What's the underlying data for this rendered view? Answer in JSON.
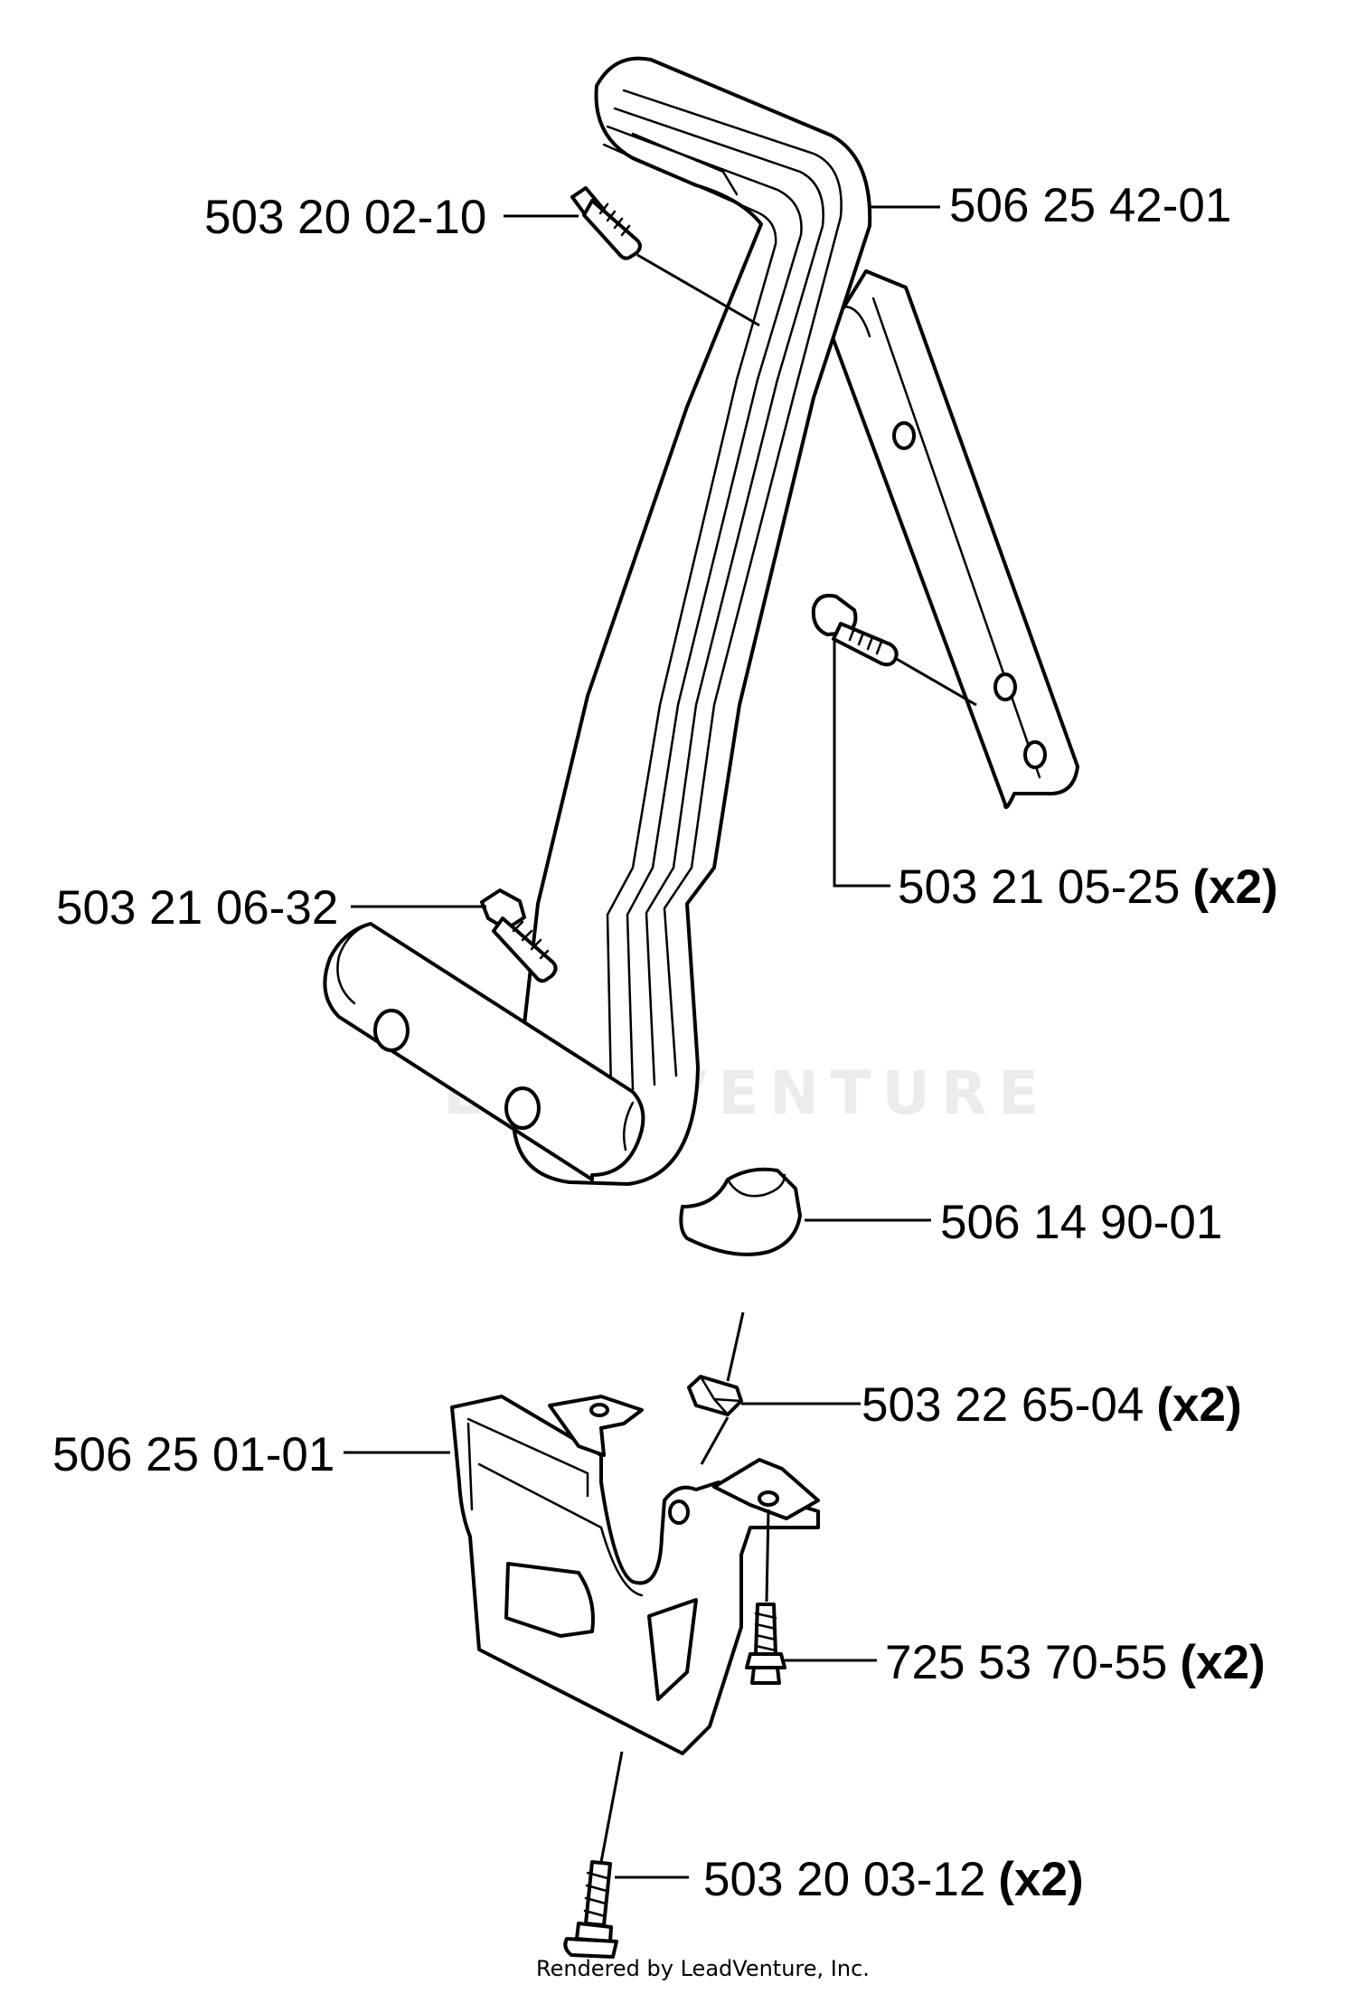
{
  "callouts": [
    {
      "part": "503 20 02-10",
      "qty": ""
    },
    {
      "part": "506 25 42-01",
      "qty": ""
    },
    {
      "part": "503 21 05-25",
      "qty": "(x2)"
    },
    {
      "part": "503 21 06-32",
      "qty": ""
    },
    {
      "part": "506 14 90-01",
      "qty": ""
    },
    {
      "part": "503 22 65-04",
      "qty": "(x2)"
    },
    {
      "part": "506 25 01-01",
      "qty": ""
    },
    {
      "part": "725 53 70-55",
      "qty": "(x2)"
    },
    {
      "part": "503 20 03-12",
      "qty": "(x2)"
    }
  ],
  "watermark": "LEADVENTURE",
  "footer": "Rendered by LeadVenture, Inc."
}
